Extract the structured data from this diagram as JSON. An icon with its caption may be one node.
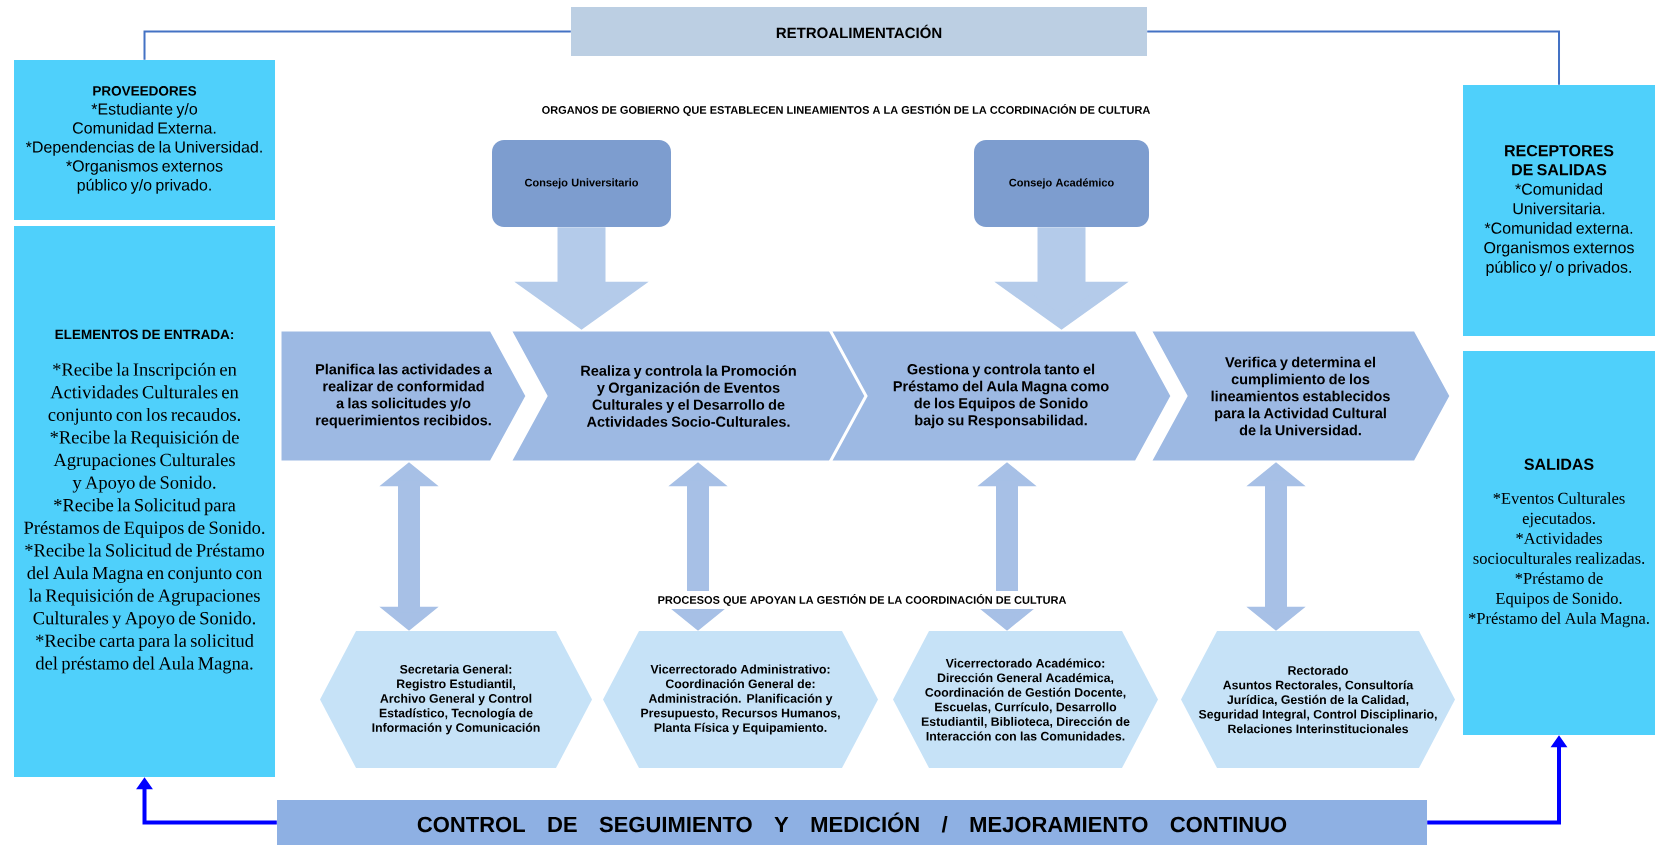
{
  "diagram": {
    "nodes": [
      {
        "text": [
          "RETROALIMENTACIÓN"
        ]
      },
      {
        "text": [
          "PROVEEDORES",
          "*Estudiante y/o Comunidad Externa.",
          "*Dependencias de la Universidad.",
          "*Organismos externos público y/o privado."
        ]
      },
      {
        "text": [
          "ELEMENTOS DE ENTRADA:",
          "*Recibe la Inscripción en Actividades Culturales en conjunto con los recaudos.",
          "*Recibe la Requisición de Agrupaciones Culturales y Apoyo de Sonido.",
          "*Recibe la Solicitud para Préstamos de Equipos de Sonido.",
          "*Recibe la Solicitud de Préstamo del Aula Magna en conjunto con la Requisición de Agrupaciones Culturales y Apoyo de Sonido.",
          "*Recibe carta para la solicitud del préstamo del Aula Magna."
        ]
      },
      {
        "text": [
          "RECEPTORES DE SALIDAS",
          "*Comunidad Universitaria.",
          "*Comunidad externa.",
          "Organismos externos público y/ o privados."
        ]
      },
      {
        "text": [
          "SALIDAS",
          "*Eventos Culturales ejecutados.",
          "*Actividades socioculturales realizadas.",
          "*Préstamo de Equipos de Sonido.",
          "*Préstamo del Aula Magna."
        ]
      },
      {
        "text": [
          "Consejo Universitario"
        ]
      },
      {
        "text": [
          "Consejo Académico"
        ]
      },
      {
        "text": [
          "Planifica las actividades a realizar de conformidad a las solicitudes y/o requerimientos recibidos."
        ]
      },
      {
        "text": [
          "Realiza y controla la Promoción y Organización de Eventos Culturales y el Desarrollo de Actividades Socio-Culturales."
        ]
      },
      {
        "text": [
          "Gestiona y controla tanto el Préstamo del Aula Magna como de los Equipos de Sonido bajo su Responsabilidad."
        ]
      },
      {
        "text": [
          "Verifica y determina el cumplimiento de los lineamientos establecidos para la Actividad Cultural de la Universidad."
        ]
      },
      {
        "text": [
          "Secretaria General:",
          "Registro Estudiantil, Archivo General y Control Estadístico, Tecnología de Información y Comunicación"
        ]
      },
      {
        "text": [
          "Vicerrectorado Administrativo:",
          "Coordinación General de: Administración. Planificación y Presupuesto, Recursos Humanos, Planta Física y Equipamiento."
        ]
      },
      {
        "text": [
          "Vicerrectorado Académico:",
          "Dirección General Académica, Coordinación de Gestión Docente, Escuelas, Currículo, Desarrollo Estudiantil, Biblioteca, Dirección de Interacción con las Comunidades."
        ]
      },
      {
        "text": [
          "Rectorado",
          "Asuntos Rectorales, Consultoría Jurídica, Gestión de la Calidad, Seguridad Integral, Control Disciplinario, Relaciones Interinstitucionales"
        ]
      },
      {
        "text": [
          "CONTROL DE SEGUIMIENTO Y MEDICIÓN / MEJORAMIENTO CONTINUO"
        ]
      }
    ],
    "edges": [
      {
        "from": 3,
        "to": 0,
        "arrow": "none",
        "color": "#4472c4"
      },
      {
        "from": 0,
        "to": 1,
        "arrow": "none",
        "color": "#4472c4"
      },
      {
        "from": 5,
        "to": 8,
        "arrow": "to",
        "style": "thick",
        "color": "#b4cbea"
      },
      {
        "from": 6,
        "to": 9,
        "arrow": "to",
        "style": "thick",
        "color": "#b4cbea"
      },
      {
        "from": 7,
        "to": 11,
        "arrow": "both",
        "color": "#a7c0e6"
      },
      {
        "from": 8,
        "to": 12,
        "arrow": "both",
        "color": "#a7c0e6"
      },
      {
        "from": 9,
        "to": 13,
        "arrow": "both",
        "color": "#a7c0e6"
      },
      {
        "from": 10,
        "to": 14,
        "arrow": "both",
        "color": "#a7c0e6"
      },
      {
        "from": 15,
        "to": 2,
        "arrow": "to",
        "color": "#0000ff"
      },
      {
        "from": 15,
        "to": 4,
        "arrow": "to",
        "color": "#0000ff"
      }
    ],
    "labels": [
      "ORGANOS DE GOBIERNO QUE ESTABLECEN LINEAMIENTOS A LA GESTIÓN DE LA CCORDINACIÓN DE CULTURA",
      "PROCESOS QUE APOYAN LA GESTIÓN DE LA COORDINACIÓN DE CULTURA"
    ]
  }
}
